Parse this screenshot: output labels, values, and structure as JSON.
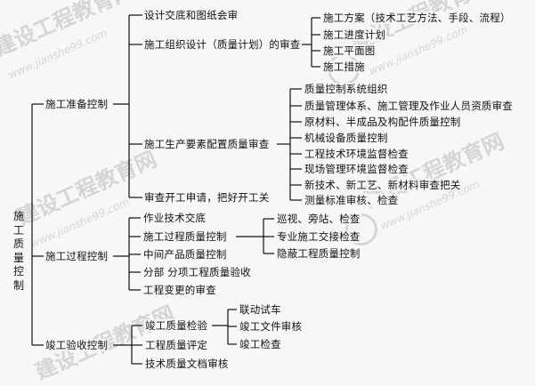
{
  "watermark": {
    "text": "建设工程教育网",
    "url": "www.jianshe99.com",
    "color": "#969696"
  },
  "root": {
    "label": "施工质量控制"
  },
  "stages": {
    "prep": {
      "label": "施工准备控制",
      "items": [
        {
          "label": "设计交底和图纸会审"
        },
        {
          "label": "施工组织设计（质量计划）的审查",
          "children": [
            "施工方案（技术工艺方法、手段、流程）",
            "施工进度计划",
            "施工平面图",
            "施工措施"
          ]
        },
        {
          "label": "施工生产要素配置质量审查",
          "children": [
            "质量控制系统组织",
            "质量管理体系、施工管理及作业人员资质审查",
            "原材料、半成品及构配件质量控制",
            "机械设备质量控制",
            "工程技术环境监督检查",
            "现场管理环境监督检查",
            "新技术、新工艺、新材料审查把关",
            "测量标准审核、检查"
          ]
        },
        {
          "label": "审查开工申请，把好开工关"
        }
      ]
    },
    "process": {
      "label": "施工过程控制",
      "items": [
        {
          "label": "作业技术交底"
        },
        {
          "label": "施工过程质量控制",
          "children": [
            "巡视、旁站、检查",
            "专业施工交接检查",
            "隐蔽工程质量控制"
          ]
        },
        {
          "label": "中间产品质量控制"
        },
        {
          "label": "分部  分项工程质量验收"
        },
        {
          "label": "工程变更的审查"
        }
      ]
    },
    "accept": {
      "label": "竣工验收控制",
      "items": [
        {
          "label": "竣工质量检验",
          "children": [
            "联动试车",
            "竣工文件审核",
            "竣工检查"
          ]
        },
        {
          "label": "工程质量评定"
        },
        {
          "label": "技术质量文档审核"
        }
      ]
    }
  }
}
